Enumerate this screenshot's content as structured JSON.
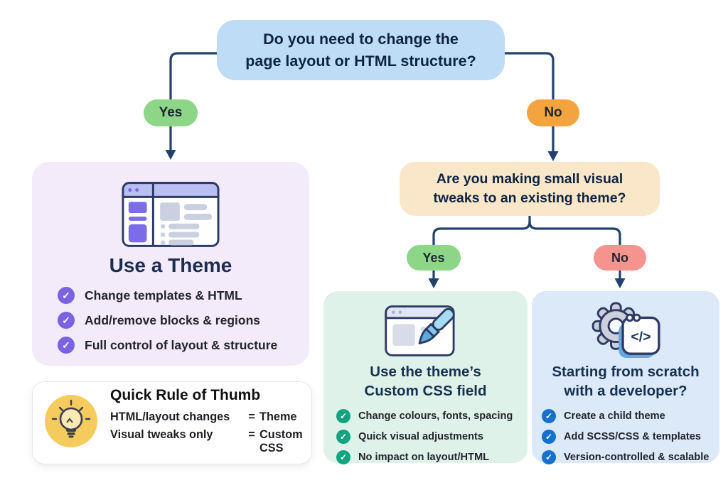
{
  "flow": {
    "question1": {
      "line1": "Do you need to change the",
      "line2": "page layout or HTML structure?"
    },
    "question2": {
      "line1": "Are you making small visual",
      "line2": "tweaks to an existing theme?"
    },
    "branch1": {
      "yes": "Yes",
      "no": "No"
    },
    "branch2": {
      "yes": "Yes",
      "no": "No"
    }
  },
  "cards": {
    "theme": {
      "title": "Use a Theme",
      "items": [
        "Change templates & HTML",
        "Add/remove blocks & regions",
        "Full control of layout & structure"
      ]
    },
    "custom_css": {
      "title_line1": "Use the theme’s",
      "title_line2": "Custom CSS field",
      "items": [
        "Change colours, fonts, spacing",
        "Quick visual adjustments",
        "No impact on layout/HTML"
      ]
    },
    "developer": {
      "title_line1": "Starting from scratch",
      "title_line2": "with a developer?",
      "items": [
        "Create a child theme",
        "Add SCSS/CSS & templates",
        "Version-controlled & scalable"
      ]
    },
    "rule": {
      "title": "Quick Rule of Thumb",
      "rows": [
        {
          "label": "HTML/layout changes",
          "eq": "=",
          "value": "Theme"
        },
        {
          "label": "Visual tweaks only",
          "eq": "=",
          "value": "Custom CSS"
        }
      ]
    }
  },
  "icons": {
    "check": "✓",
    "code_glyph": "</>"
  },
  "colors": {
    "question1_bg": "#bfdcf7",
    "question2_bg": "#fae7c9",
    "yes_badge": "#8ed687",
    "no_badge_orange": "#f3a43e",
    "no_badge_red": "#f5938f",
    "theme_card_bg": "#f3ebf9",
    "css_card_bg": "#dff2ea",
    "dev_card_bg": "#dbe9f8",
    "check_purple": "#7a62e2",
    "check_green": "#12a37f",
    "check_blue": "#1272ce",
    "wire_navy": "#21416b",
    "bulb_yellow": "#f6cb5e"
  }
}
